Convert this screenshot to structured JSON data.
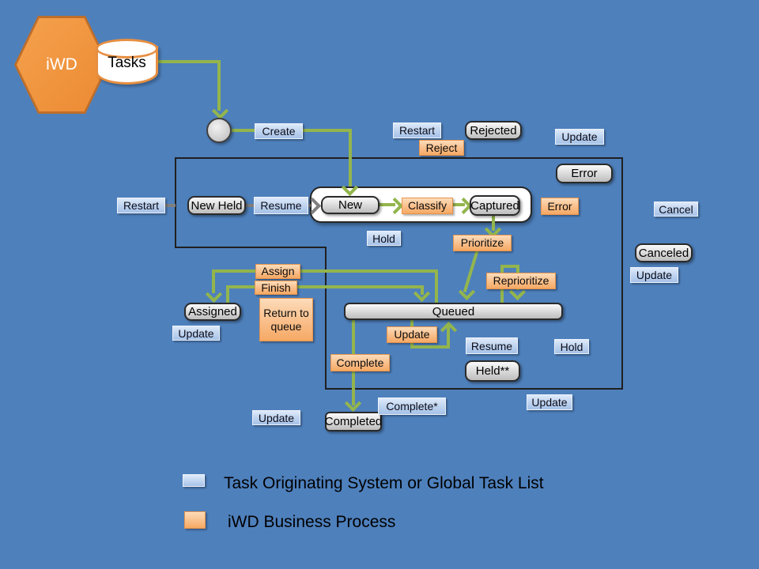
{
  "hexagon": {
    "label": "iWD"
  },
  "datastore": {
    "label": "Tasks"
  },
  "nodes": {
    "new_held": "New Held",
    "new": "New",
    "captured": "Captured",
    "rejected": "Rejected",
    "error": "Error",
    "queued": "Queued",
    "assigned": "Assigned",
    "held": "Held**",
    "completed": "Completed",
    "canceled": "Canceled"
  },
  "blue_labels": {
    "create": "Create",
    "restart_top": "Restart",
    "update_top_right": "Update",
    "restart_left": "Restart",
    "resume_new": "Resume",
    "hold_upper": "Hold",
    "cancel": "Cancel",
    "update_right": "Update",
    "update_assigned": "Update",
    "resume_lower": "Resume",
    "hold_lower": "Hold",
    "update_bottom_right": "Update",
    "complete_star": "Complete*",
    "update_bottom_left": "Update"
  },
  "orange_labels": {
    "reject": "Reject",
    "classify": "Classify",
    "error": "Error",
    "prioritize": "Prioritize",
    "reprioritize": "Reprioritize",
    "assign": "Assign",
    "finish": "Finish",
    "return_to_queue": "Return to queue",
    "update_queued": "Update",
    "complete": "Complete"
  },
  "legend": {
    "items": [
      {
        "swatch": "blue",
        "label": "Task Originating System or Global Task List"
      },
      {
        "swatch": "orange",
        "label": "iWD Business Process"
      }
    ]
  },
  "colors": {
    "background": "#4E80BC",
    "flow_green": "#93B54D",
    "connector_gray": "#7F7F7F",
    "blue_label": "#BCD2EE",
    "orange_label": "#F9BE8A",
    "node_gray": "#D9D9D9",
    "hexagon_orange": "#F0923C"
  }
}
